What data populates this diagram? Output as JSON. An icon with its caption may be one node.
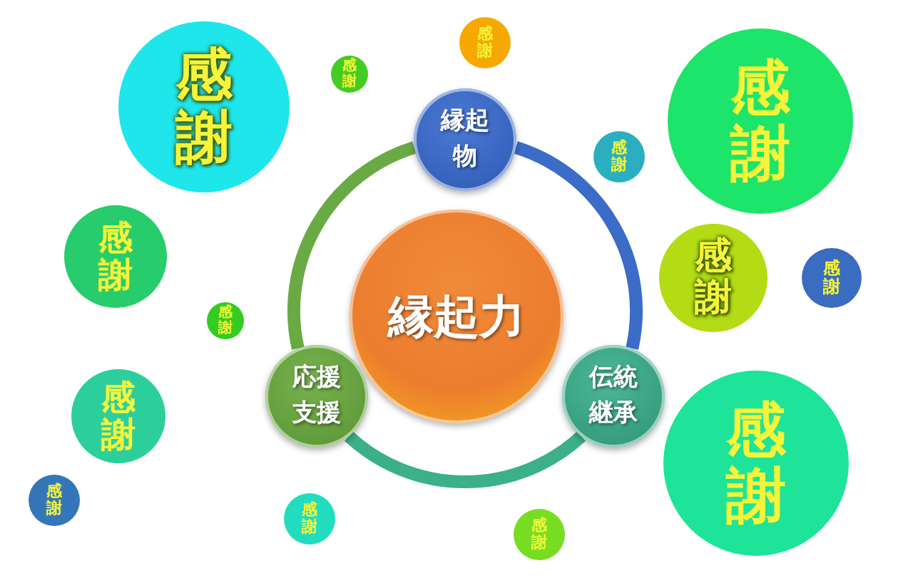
{
  "diagram": {
    "nodes": [
      {
        "text": [
          "縁起力"
        ]
      },
      {
        "text": [
          "縁起物"
        ]
      },
      {
        "text": [
          "応援支援"
        ]
      },
      {
        "text": [
          "伝統継承"
        ]
      },
      {
        "text": [
          "感謝"
        ]
      },
      {
        "text": [
          "感謝"
        ]
      },
      {
        "text": [
          "感謝"
        ]
      },
      {
        "text": [
          "感謝"
        ]
      },
      {
        "text": [
          "感謝"
        ]
      },
      {
        "text": [
          "感謝"
        ]
      },
      {
        "text": [
          "感謝"
        ]
      },
      {
        "text": [
          "感謝"
        ]
      },
      {
        "text": [
          "感謝"
        ]
      },
      {
        "text": [
          "感謝"
        ]
      },
      {
        "text": [
          "感謝"
        ]
      },
      {
        "text": [
          "感謝"
        ]
      },
      {
        "text": [
          "感謝"
        ]
      },
      {
        "text": [
          "感謝"
        ]
      }
    ],
    "edges": [
      {
        "from": 1,
        "to": 3,
        "arrow": "none",
        "color": "#3a6cc8"
      },
      {
        "from": 3,
        "to": 2,
        "arrow": "none",
        "color": "#3bb08a"
      },
      {
        "from": 2,
        "to": 1,
        "arrow": "none",
        "color": "#6aaa44"
      }
    ]
  }
}
